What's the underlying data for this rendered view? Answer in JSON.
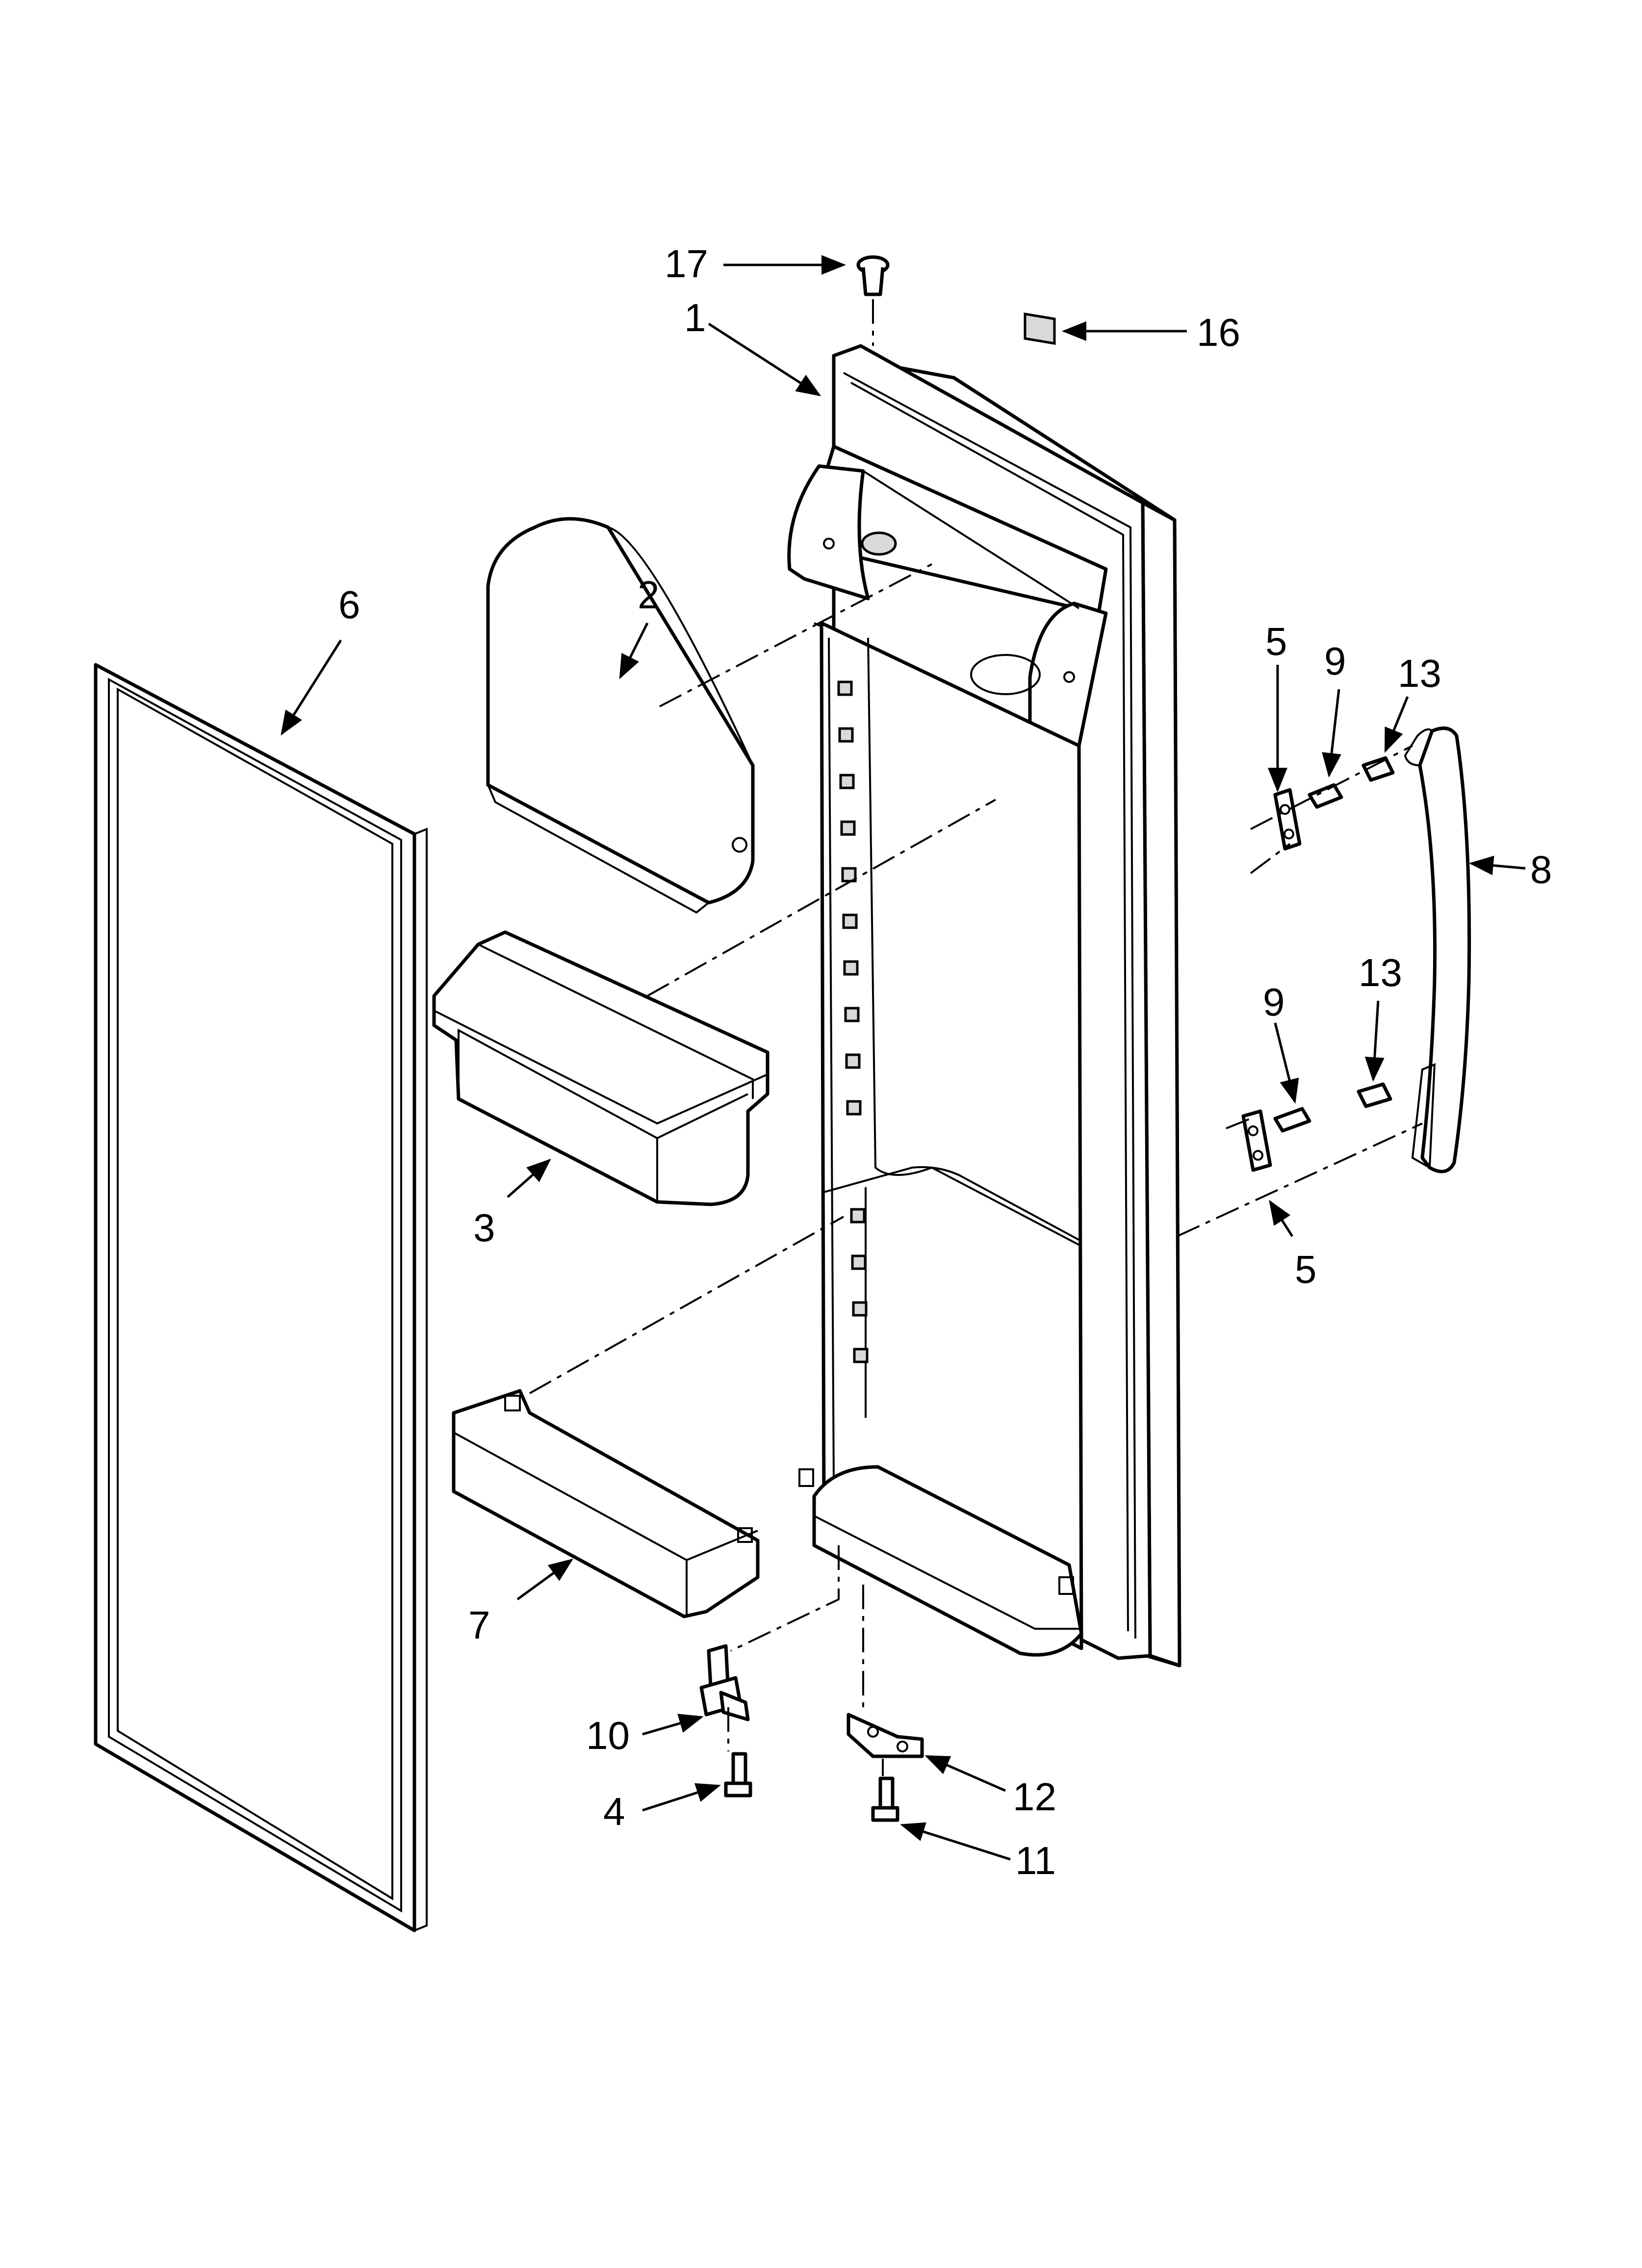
{
  "callouts": {
    "c1": "1",
    "c2": "2",
    "c3": "3",
    "c4": "4",
    "c5a": "5",
    "c5b": "5",
    "c6": "6",
    "c7": "7",
    "c8": "8",
    "c9a": "9",
    "c9b": "9",
    "c10": "10",
    "c11": "11",
    "c12": "12",
    "c13a": "13",
    "c13b": "13",
    "c16": "16",
    "c17": "17"
  }
}
